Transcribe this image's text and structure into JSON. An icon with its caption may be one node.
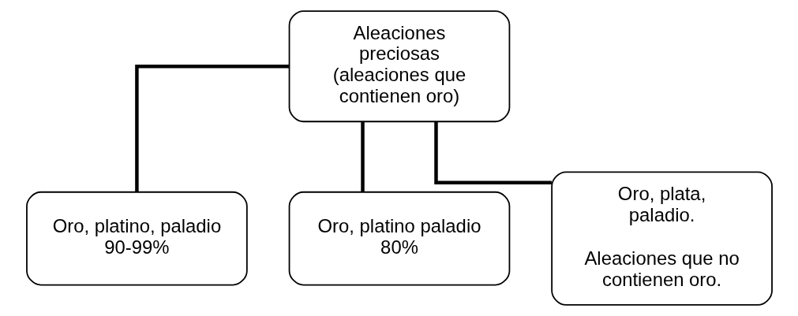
{
  "diagram": {
    "nodes": [
      {
        "text": [
          "Aleaciones preciosas (aleaciones que contienen oro)"
        ]
      },
      {
        "text": [
          "Oro, platino, paladio 90-99%"
        ]
      },
      {
        "text": [
          "Oro, platino paladio 80%"
        ]
      },
      {
        "text": [
          "Oro, plata, paladio.",
          "Aleaciones que no contienen oro."
        ]
      }
    ],
    "edges": [
      {
        "from": 0,
        "to": 1,
        "arrow": "none"
      },
      {
        "from": 0,
        "to": 2,
        "arrow": "none"
      },
      {
        "from": 0,
        "to": 3,
        "arrow": "none"
      }
    ]
  }
}
